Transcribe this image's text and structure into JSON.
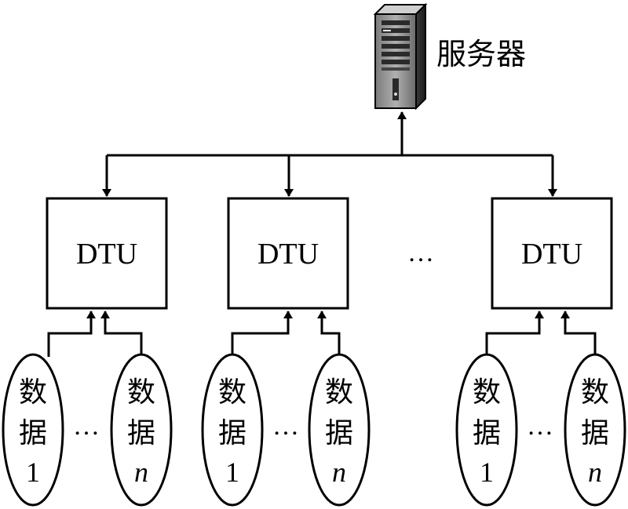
{
  "server": {
    "label": "服务器",
    "icon": "server-tower-icon"
  },
  "dtu_units": [
    {
      "label": "DTU"
    },
    {
      "label": "DTU"
    },
    {
      "label": "DTU"
    }
  ],
  "dtu_ellipsis": "…",
  "data_groups": [
    {
      "first": {
        "line1": "数",
        "line2": "据",
        "index": "1"
      },
      "ellipsis": "…",
      "last": {
        "line1": "数",
        "line2": "据",
        "index": "n"
      }
    },
    {
      "first": {
        "line1": "数",
        "line2": "据",
        "index": "1"
      },
      "ellipsis": "…",
      "last": {
        "line1": "数",
        "line2": "据",
        "index": "n"
      }
    },
    {
      "first": {
        "line1": "数",
        "line2": "据",
        "index": "1"
      },
      "ellipsis": "…",
      "last": {
        "line1": "数",
        "line2": "据",
        "index": "n"
      }
    }
  ]
}
